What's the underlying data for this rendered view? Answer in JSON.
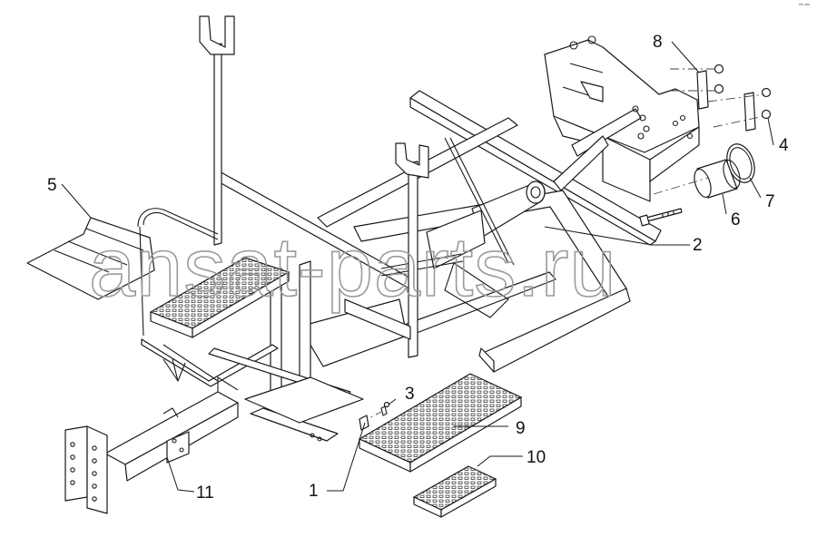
{
  "corner_mark": "ᴾᴹ ⁰⁰⁰",
  "watermark": "ansat-parts.ru",
  "callouts": [
    {
      "id": "1",
      "label": "1"
    },
    {
      "id": "2",
      "label": "2"
    },
    {
      "id": "3",
      "label": "3"
    },
    {
      "id": "4",
      "label": "4"
    },
    {
      "id": "5",
      "label": "5"
    },
    {
      "id": "6",
      "label": "6"
    },
    {
      "id": "7",
      "label": "7"
    },
    {
      "id": "8",
      "label": "8"
    },
    {
      "id": "9",
      "label": "9"
    },
    {
      "id": "10",
      "label": "10"
    },
    {
      "id": "11",
      "label": "11"
    }
  ]
}
